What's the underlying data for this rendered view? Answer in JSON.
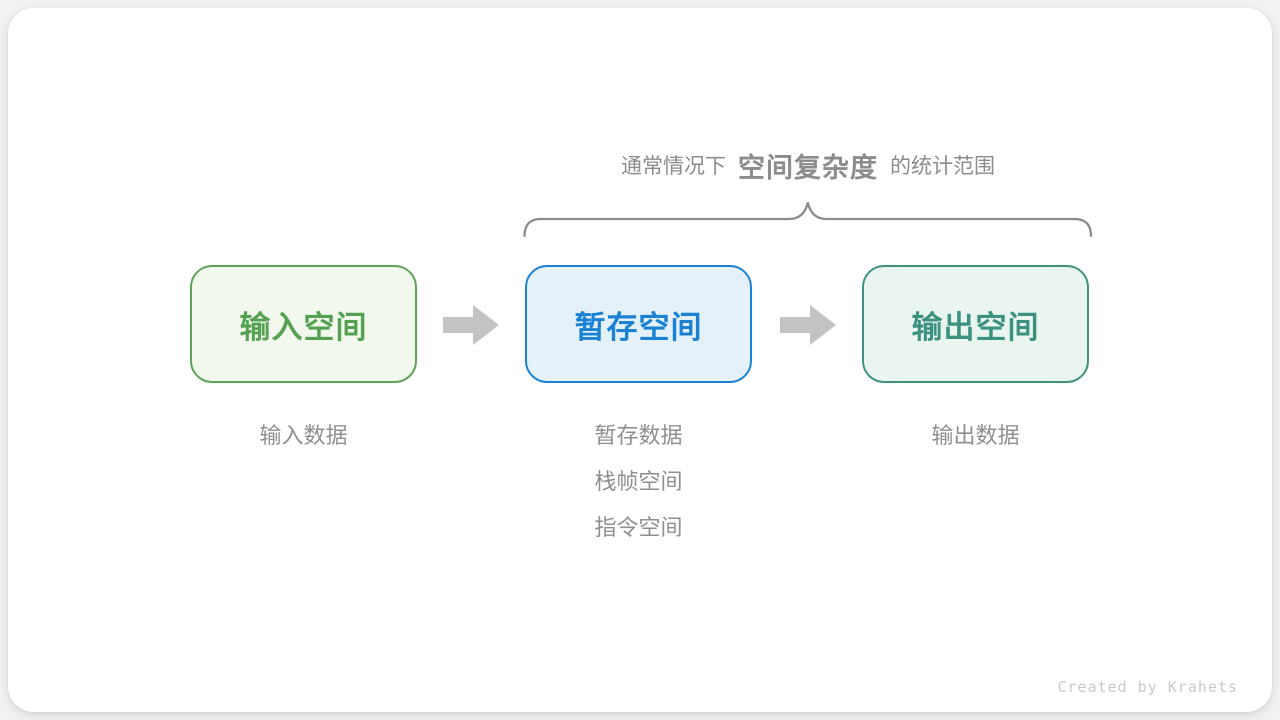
{
  "page": {
    "background": "#f1f2f3",
    "card_background": "#ffffff"
  },
  "annotation": {
    "prefix": "通常情况下",
    "highlight": "空间复杂度",
    "suffix": "的统计范围",
    "text_color": "#8c8c8c",
    "brace_color": "#8c8c8c"
  },
  "flow": {
    "arrow_color": "#c3c3c3",
    "sublabel_color": "#8f8f8f",
    "nodes": [
      {
        "id": "input-space",
        "label": "输入空间",
        "border_color": "#5da356",
        "background": "#f2f8ed",
        "text_color": "#54a251",
        "sublabels": [
          "输入数据"
        ]
      },
      {
        "id": "temp-space",
        "label": "暂存空间",
        "border_color": "#1b82d3",
        "background": "#e4f1fb",
        "text_color": "#1b82d3",
        "sublabels": [
          "暂存数据",
          "栈帧空间",
          "指令空间"
        ]
      },
      {
        "id": "output-space",
        "label": "输出空间",
        "border_color": "#3f9280",
        "background": "#eaf5f0",
        "text_color": "#3c9281",
        "sublabels": [
          "输出数据"
        ]
      }
    ]
  },
  "watermark": {
    "text": "Created by Krahets",
    "color": "#c9c9c9"
  }
}
